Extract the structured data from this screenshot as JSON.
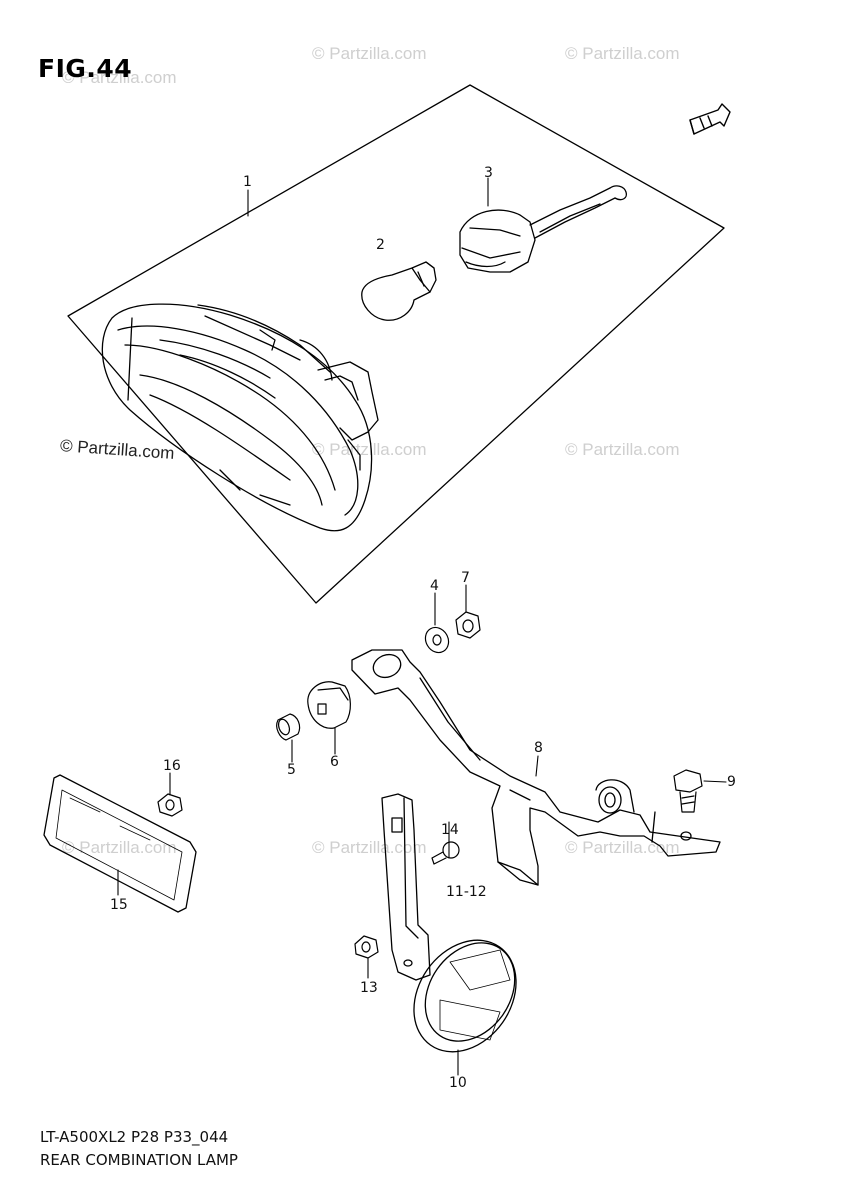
{
  "figure": {
    "title": "FIG.44"
  },
  "footer": {
    "code": "LT-A500XL2 P28 P33_044",
    "caption": "REAR COMBINATION LAMP"
  },
  "watermark": {
    "text": "© Partzilla.com"
  },
  "parts": [
    {
      "ref": "1"
    },
    {
      "ref": "2"
    },
    {
      "ref": "3"
    },
    {
      "ref": "4"
    },
    {
      "ref": "5"
    },
    {
      "ref": "6"
    },
    {
      "ref": "7"
    },
    {
      "ref": "8"
    },
    {
      "ref": "9"
    },
    {
      "ref": "10"
    },
    {
      "ref": "11-12"
    },
    {
      "ref": "13"
    },
    {
      "ref": "14"
    },
    {
      "ref": "15"
    },
    {
      "ref": "16"
    }
  ]
}
